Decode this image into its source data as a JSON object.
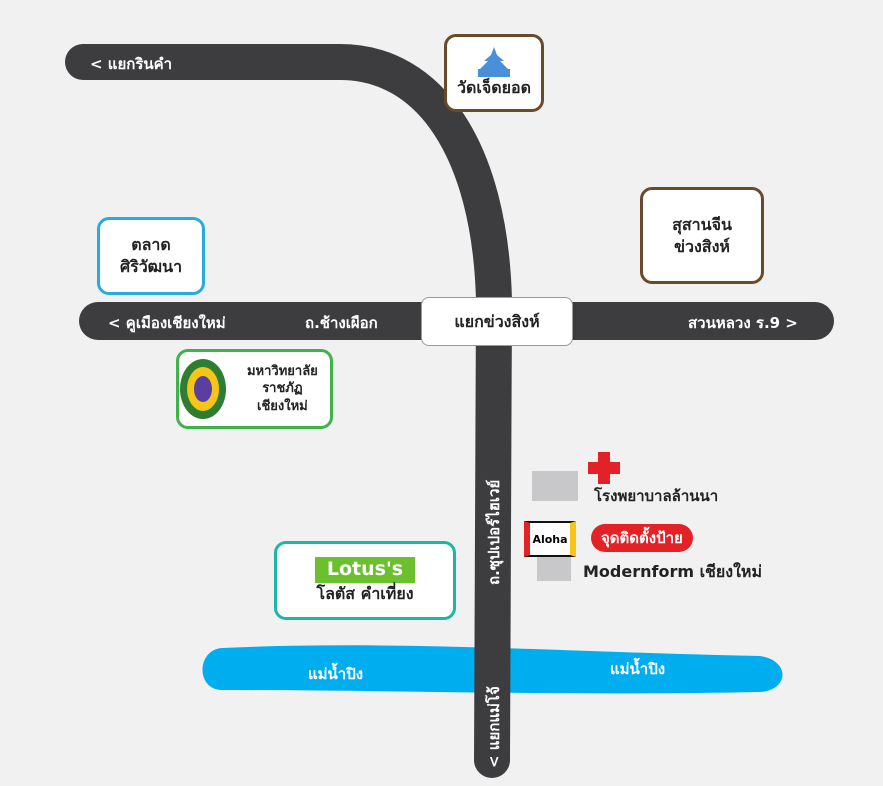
{
  "roads": {
    "top_left": "< แยกรินคำ",
    "west": "< คูเมืองเชียงใหม่",
    "chang_phueak": "ถ.ช้างเผือก",
    "east": "สวนหลวง ร.9 >",
    "superhighway": "ถ.ซุปเปอร์ไฮเวย์",
    "south": "< แยกแม่โจ้"
  },
  "intersection": "แยกข่วงสิงห์",
  "river": {
    "left": "แม่น้ำปิง",
    "right": "แม่น้ำปิง"
  },
  "landmarks": {
    "wat": "วัดเจ็ดยอด",
    "cemetery": [
      "สุสานจีน",
      "ข่วงสิงห์"
    ],
    "market": [
      "ตลาด",
      "ศิริวัฒนา"
    ],
    "university": [
      "มหาวิทยาลัย",
      "ราชภัฏ เชียงใหม่"
    ],
    "hospital": "โรงพยาบาลล้านนา",
    "install_badge": "จุดติดตั้งป้าย",
    "modernform": "Modernform เชียงใหม่",
    "aloha_logo": "Aloha",
    "lotus_logo": "Lotus's",
    "lotus": "โลตัส คำเที่ยง"
  },
  "colors": {
    "road": "#3d3d3f",
    "river": "#00aeef",
    "wat": "#6b4a2b",
    "market": "#29abe2",
    "university": "#3fb24a",
    "lotus": "#1fb5a5",
    "red": "#e32227"
  }
}
